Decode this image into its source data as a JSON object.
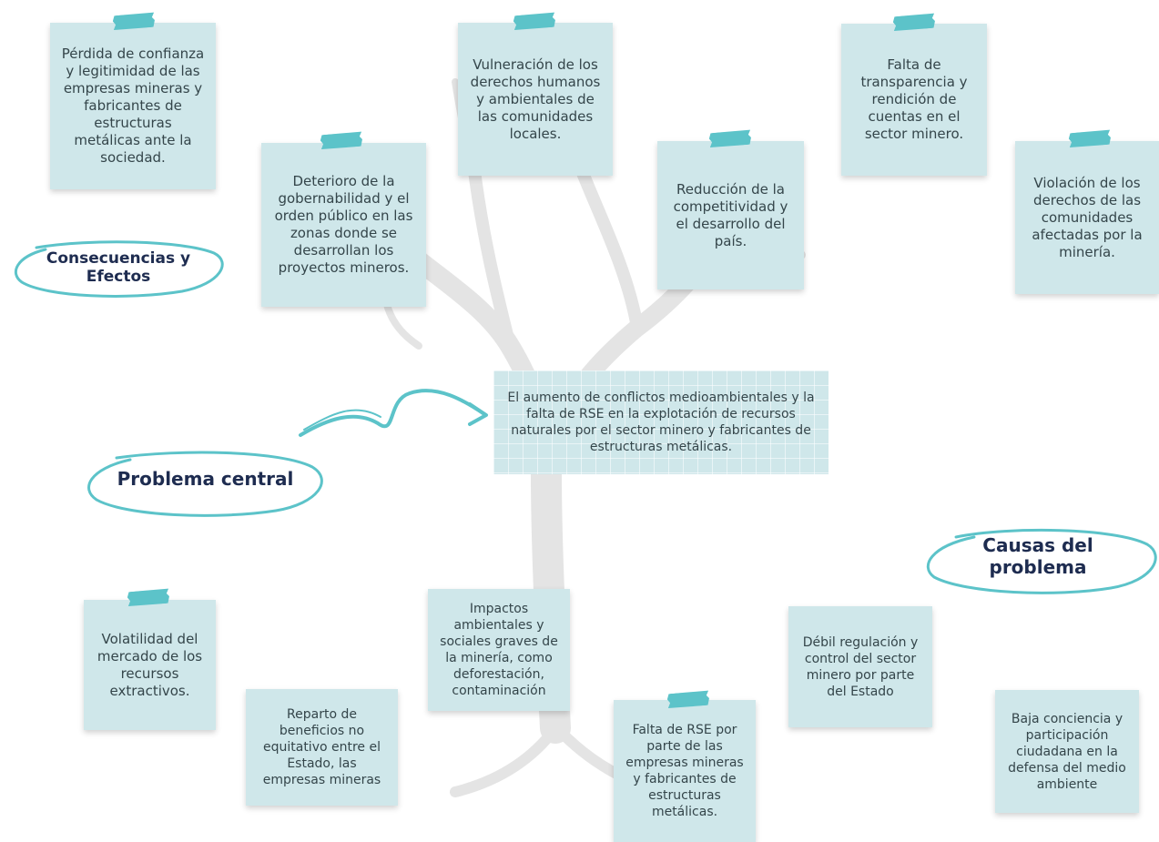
{
  "labels": {
    "consequences": "Consecuencias y Efectos",
    "central_problem": "Problema central",
    "causes": "Causas del problema"
  },
  "central": {
    "text": "El aumento de conflictos medioambientales y la falta de RSE en la explotación de recursos naturales por el sector minero y fabricantes de estructuras metálicas."
  },
  "effects": [
    "Pérdida de confianza y legitimidad de las empresas mineras y fabricantes de estructuras metálicas ante la sociedad.",
    "Deterioro de la gobernabilidad y el orden público en las zonas donde se desarrollan los proyectos mineros.",
    "Vulneración de los derechos humanos y ambientales de las comunidades locales.",
    "Reducción de la competitividad y el desarrollo del país.",
    "Falta de transparencia y rendición de cuentas en el sector minero.",
    "Violación de los derechos de las comunidades afectadas por la minería."
  ],
  "causes": [
    "Volatilidad del mercado de los recursos extractivos.",
    "Reparto de beneficios no equitativo entre el Estado, las empresas mineras",
    "Impactos ambientales y sociales graves de la minería, como deforestación, contaminación",
    "Falta de RSE por parte de las empresas mineras y fabricantes de estructuras metálicas.",
    "Débil regulación y control del sector minero por parte del Estado",
    "Baja conciencia y participación ciudadana en la defensa del medio ambiente"
  ],
  "colors": {
    "note": "#cfe7ea",
    "tape": "#5cc3c9",
    "label_text": "#1e2c50",
    "oval_stroke": "#5cc3c9",
    "tree": "#e6e6e6"
  }
}
